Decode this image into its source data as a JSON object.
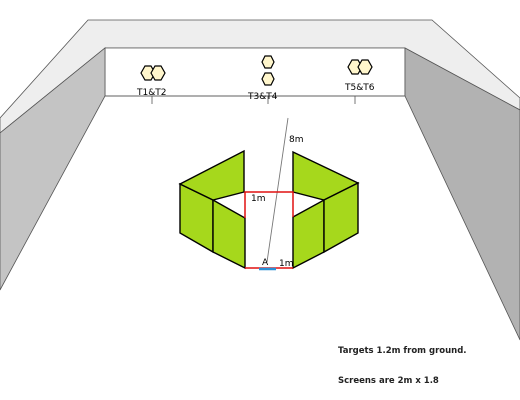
{
  "colors": {
    "screen_fill": "#a6d81c",
    "room_wall": "#c4c4c4",
    "room_wall_dark": "#b2b2b2",
    "room_top": "#eeeeee",
    "red_line": "#e01010",
    "blue_marker": "#2a8fd6"
  },
  "targets": [
    {
      "label": "T1&T2"
    },
    {
      "label": "T3&T4"
    },
    {
      "label": "T5&T6"
    }
  ],
  "dimensions": {
    "distance_label": "8m",
    "gap_top_label": "1m",
    "gap_bottom_label": "1m",
    "position_label": "A"
  },
  "notes": {
    "target_height": "Targets 1.2m from ground.",
    "screen_size": "Screens are 2m x 1.8"
  }
}
